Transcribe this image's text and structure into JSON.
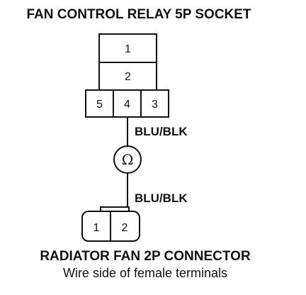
{
  "relay_socket": {
    "title": "FAN CONTROL RELAY 5P SOCKET",
    "upper_pins": [
      "1",
      "2"
    ],
    "row_pins": [
      "5",
      "4",
      "3"
    ]
  },
  "wires": {
    "upper_color": "BLU/BLK",
    "lower_color": "BLU/BLK"
  },
  "meter": {
    "symbol": "Ω",
    "icon": "ohmmeter-icon"
  },
  "fan_connector": {
    "title": "RADIATOR FAN 2P CONNECTOR",
    "subtitle": "Wire side of female terminals",
    "pins": [
      "1",
      "2"
    ]
  }
}
